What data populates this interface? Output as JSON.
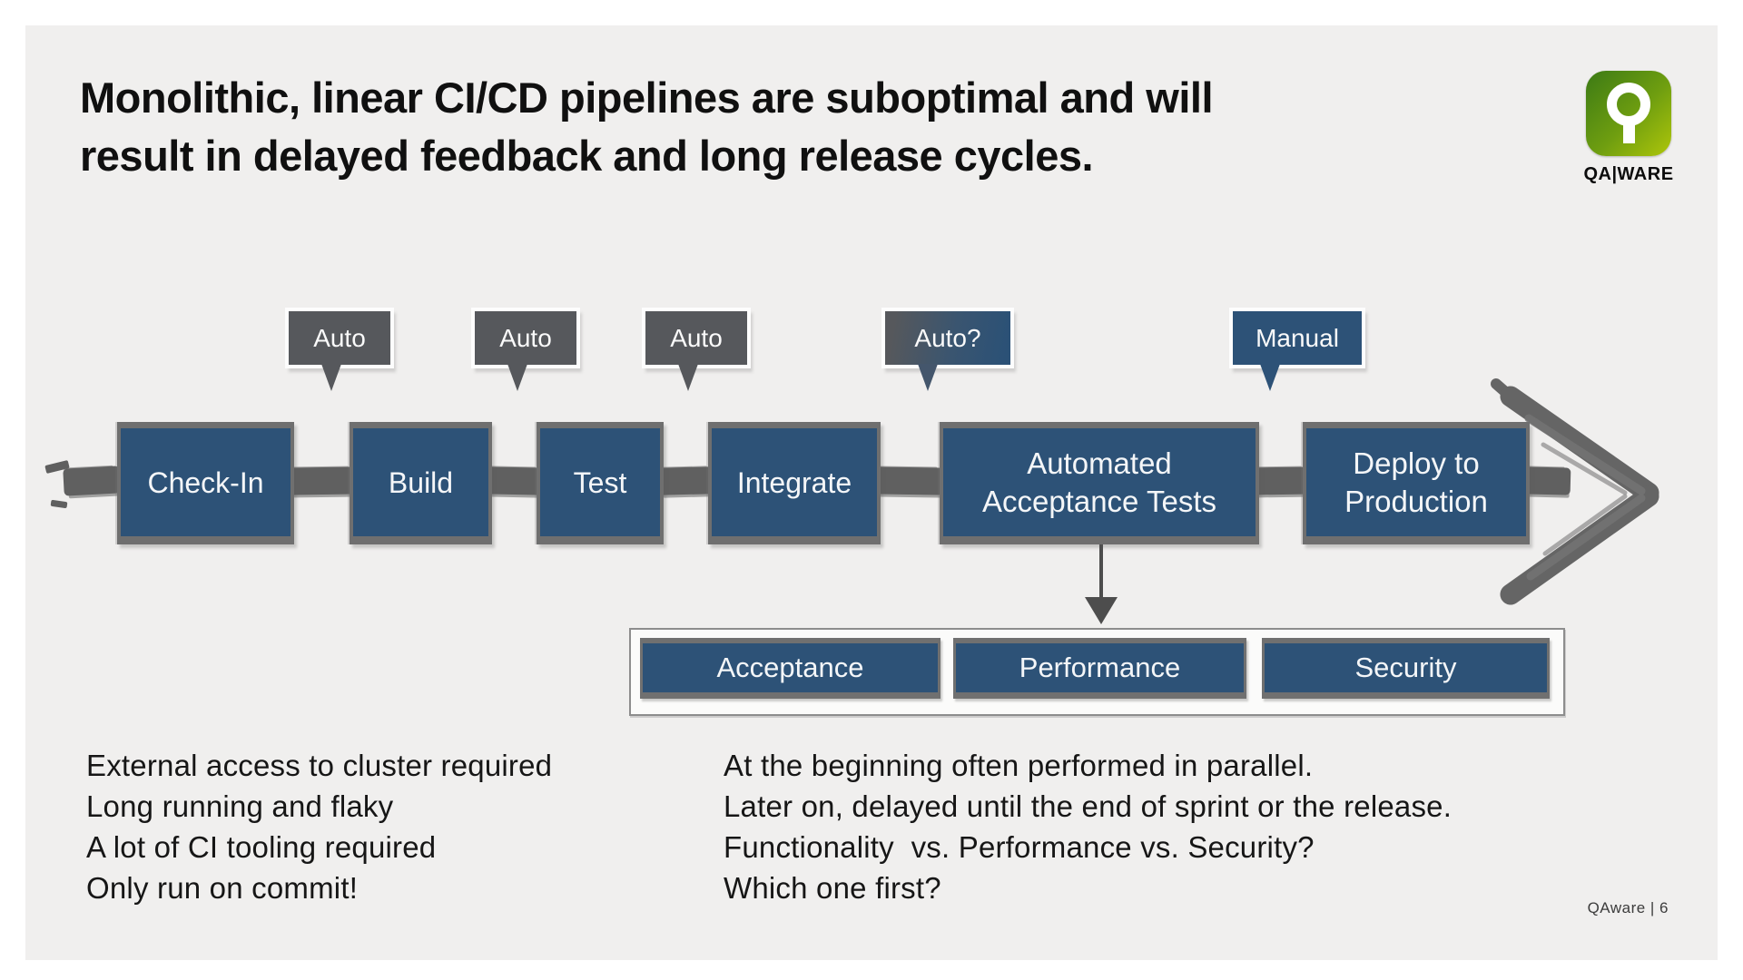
{
  "slide": {
    "title_lines": [
      "Monolithic, linear CI/CD pipelines are suboptimal and will",
      "result in delayed feedback and long release cycles."
    ],
    "footer": "QAware | 6"
  },
  "logo": {
    "wordmark": "QA|WARE",
    "icon": "magnifier-q-icon"
  },
  "pipeline": {
    "stages": [
      {
        "label": "Check-In"
      },
      {
        "label": "Build"
      },
      {
        "label": "Test"
      },
      {
        "label": "Integrate"
      },
      {
        "label": "Automated Acceptance Tests"
      },
      {
        "label": "Deploy to Production"
      }
    ],
    "bubbles": [
      {
        "label": "Auto"
      },
      {
        "label": "Auto"
      },
      {
        "label": "Auto"
      },
      {
        "label": "Auto?"
      },
      {
        "label": "Manual"
      }
    ],
    "flow_arrow_icon": "hand-drawn-arrow-icon",
    "drilldown_icon": "down-arrow-icon"
  },
  "subtests": {
    "items": [
      {
        "label": "Acceptance"
      },
      {
        "label": "Performance"
      },
      {
        "label": "Security"
      }
    ]
  },
  "notes": {
    "left": [
      "External access to cluster required",
      "Long running and flaky",
      "A lot of CI tooling required",
      "Only run on commit!"
    ],
    "right": [
      "At the beginning often performed in parallel.",
      "Later on, delayed until the end of sprint or the release.",
      "Functionality  vs. Performance vs. Security?",
      "Which one first?"
    ]
  },
  "colors": {
    "slide_bg": "#f0efee",
    "box_blue": "#2d5277",
    "bubble_gray": "#56585c",
    "sketch_gray": "#656565",
    "logo_green_start": "#3c7a15",
    "logo_green_end": "#aec60a"
  }
}
